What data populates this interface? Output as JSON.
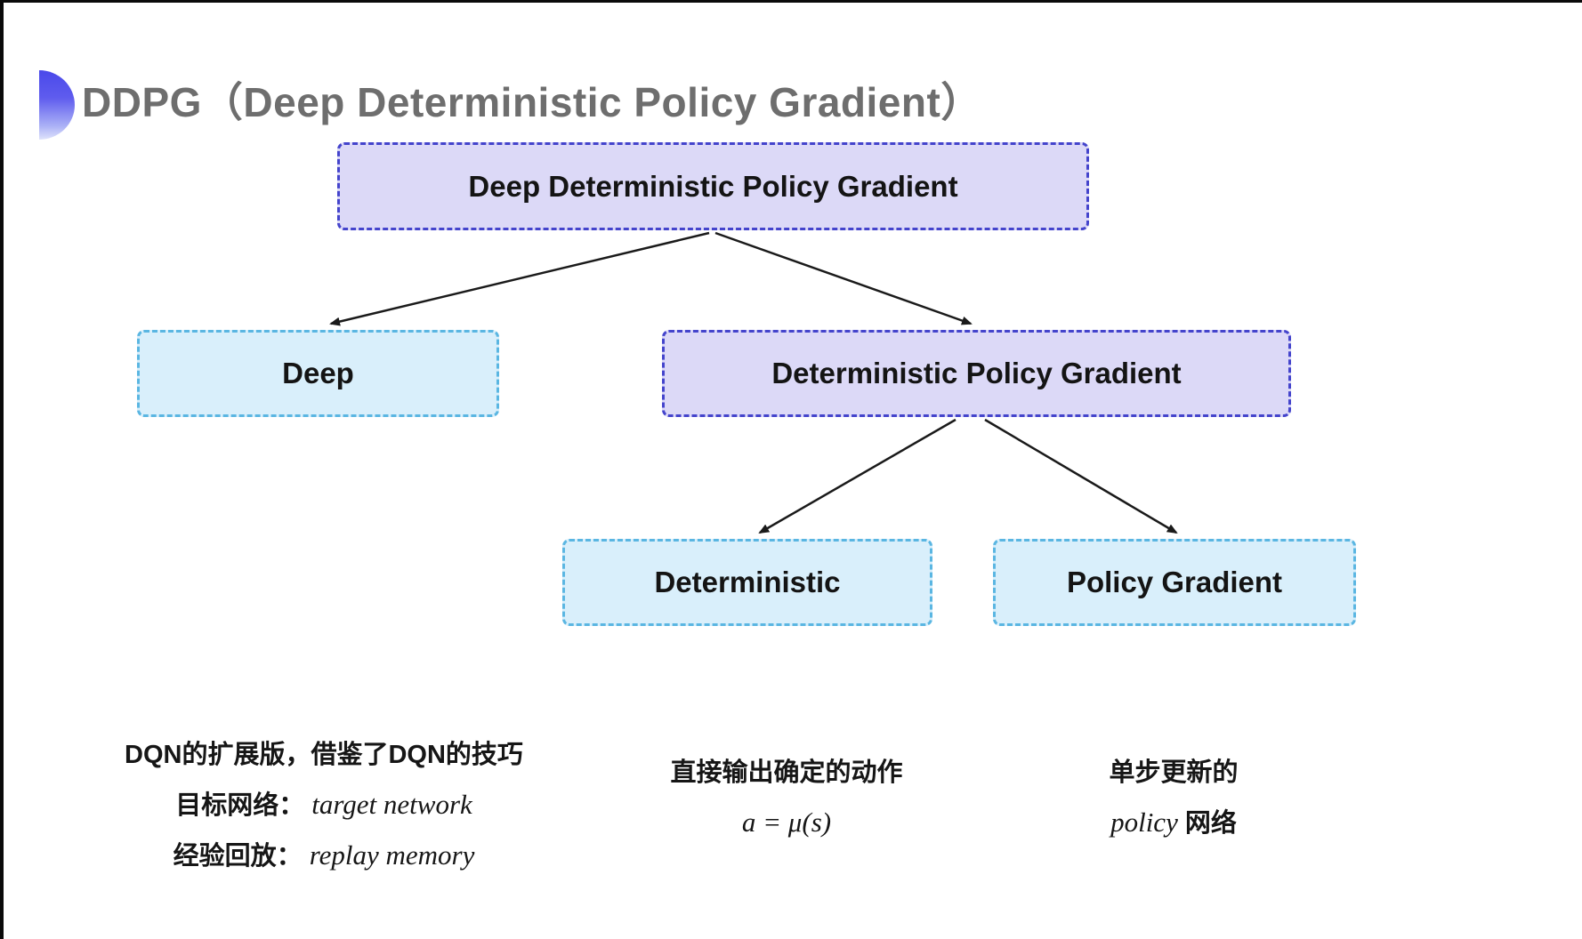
{
  "slide": {
    "title": "DDPG（Deep Deterministic Policy Gradient）"
  },
  "tree": {
    "root": {
      "label": "Deep Deterministic Policy Gradient"
    },
    "children": [
      {
        "label": "Deep"
      },
      {
        "label": "Deterministic Policy Gradient"
      }
    ],
    "grandchildren": [
      {
        "label": "Deterministic"
      },
      {
        "label": "Policy Gradient"
      }
    ]
  },
  "annotations": {
    "deep_note": {
      "line1": "DQN的扩展版，借鉴了DQN的技巧",
      "line2_label": "目标网络：",
      "line2_term": "target network",
      "line3_label": "经验回放：",
      "line3_term": "replay memory"
    },
    "deterministic_note": {
      "line1": "直接输出确定的动作",
      "formula": "a = μ(s)"
    },
    "policy_note": {
      "line1": "单步更新的",
      "term": "policy",
      "suffix": " 网络"
    }
  },
  "colors": {
    "purple_fill": "#dcd9f7",
    "purple_border": "#4444cc",
    "cyan_fill": "#d9effb",
    "cyan_border": "#5ab6e2",
    "title_gray": "#6e6e6e",
    "accent_blue": "#4a49ea",
    "arrow_black": "#1a1a1a"
  }
}
